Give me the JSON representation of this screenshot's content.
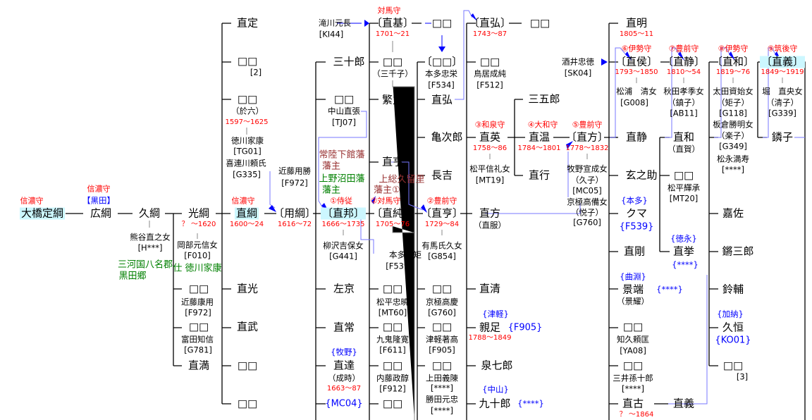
{
  "c0": [
    "信濃守",
    "大橋定綱",
    "信濃守",
    "【黒田】",
    "広綱",
    "久綱",
    "熊谷直之女",
    "[H***]",
    "三河国八名郡",
    "黒田郷"
  ],
  "c1": [
    "光綱",
    "？ ～1620",
    "岡部元信女",
    "[F010]",
    "仕 徳川家康",
    "□□",
    "近藤康用",
    "[F972]",
    "□□",
    "富田知信",
    "[G781]",
    "直満"
  ],
  "c2": [
    "直定",
    "□□",
    "[2]",
    "□□",
    "（於六）",
    "1597～1625",
    "徳川家康",
    "[TG01]",
    "喜連川頼氏",
    "[G335]",
    "信濃守",
    "直綱",
    "1600～24",
    "直光",
    "直武",
    "□□",
    "□□"
  ],
  "c3": [
    "近藤用勝",
    "[F972]",
    "〔用綱〕",
    "1616～72"
  ],
  "c4": [
    "滝川元長",
    "[KI44]",
    "三十郎",
    "□□",
    "中山直張",
    "[TJ07]",
    "常陸下館藩",
    "藩主",
    "上野沼田藩",
    "藩主",
    "①侍従",
    "〔直邦〕",
    "1666～1735",
    "柳沢吉保女",
    "[G441]",
    "左京",
    "直常",
    "{牧野}",
    "直達",
    "（成時）",
    "1663～87",
    "{MC04}"
  ],
  "c5": [
    "対馬守",
    "〔直基〕",
    "1701～21",
    "□□",
    "（三千子）",
    "繁丸",
    "直亨",
    "上総久留里",
    "藩主①",
    "②対馬守",
    "〔直純〕",
    "1705～76",
    "本多正矩",
    "[F539]",
    "□□",
    "松平忠暁",
    "[MT60]",
    "□□",
    "九鬼隆寛",
    "[F611]",
    "□□",
    "内藤政醇",
    "[F912]",
    "□□"
  ],
  "c6": [
    "□□",
    "〔□□〕",
    "本多忠栄",
    "[F534]",
    "直弘",
    "亀次郎",
    "長吉",
    "②豊前守",
    "〔直亨〕",
    "1729～84",
    "有馬氏久女",
    "[G854]",
    "□□",
    "京極高慶",
    "[G760]",
    "□□",
    "津軽著高",
    "[F905]",
    "□□",
    "上田義陳",
    "[****]",
    "勝田元忠",
    "[****]"
  ],
  "c7": [
    "〔直弘〕",
    "1743～87",
    "□□",
    "□□",
    "鳥居成純",
    "[F512]",
    "③和泉守",
    "直英",
    "1758～86",
    "松平信礼女",
    "[MT19]",
    "直方",
    "（直服）",
    "直清",
    "{津軽}",
    "親足",
    "{F905}",
    "1788～1849",
    "泉七郎",
    "{中山}",
    "九十郎",
    "{****}"
  ],
  "c8": [
    "三五郎",
    "④大和守",
    "直温",
    "1784～1801",
    "直行",
    "酒井忠徳",
    "[SK04]",
    "⑤豊前守",
    "〔直方〕",
    "1778～1832",
    "牧野宣成女",
    "（久子）",
    "[MC05]",
    "京極高備女",
    "（悦子）",
    "[G760]"
  ],
  "c9": [
    "直明",
    "1805～11",
    "⑥伊勢守",
    "〔直侯〕",
    "1793～1850",
    "松浦　清女",
    "[G008]",
    "直静",
    "玄之助",
    "{本多}",
    "クマ",
    "{F539}",
    "直剛",
    "{曲淵}",
    "景端",
    "{****}",
    "（景耀）",
    "□□",
    "知久頼匡",
    "[YA08]",
    "□□",
    "三井孫十郎",
    "[****]",
    "直古",
    "？ ～1864"
  ],
  "c10": [
    "⑦豊前守",
    "〔直静〕",
    "1810～54",
    "秋田孝季女",
    "（鎮子）",
    "[AB11]",
    "直和",
    "（直賀）",
    "□□",
    "松平輝承",
    "[MT20]",
    "{徳永}",
    "直挙",
    "{****}",
    "直義"
  ],
  "c11": [
    "⑧伊勢守",
    "〔直和〕",
    "1819～76",
    "太田資始女",
    "（矩子）",
    "[G118]",
    "板倉勝明女",
    "（楽子）",
    "[G349]",
    "松永満寿",
    "[****]",
    "嘉佐",
    "鏘三郎",
    "鈴輔",
    "{加納}",
    "久恒",
    "{KO01}",
    "□□",
    "[3]"
  ],
  "c12": [
    "⑨筑後守",
    "〔直義〕",
    "1849～1919",
    "堀　直央女",
    "（清子）",
    "[G339]",
    "鏻子"
  ],
  "colors": {
    "title": "#ff0000",
    "family": "#0000ff",
    "note_brown": "#993333",
    "note_green": "#008000",
    "highlight": "#ccf7ff",
    "adoption_link": "#7777ff"
  }
}
